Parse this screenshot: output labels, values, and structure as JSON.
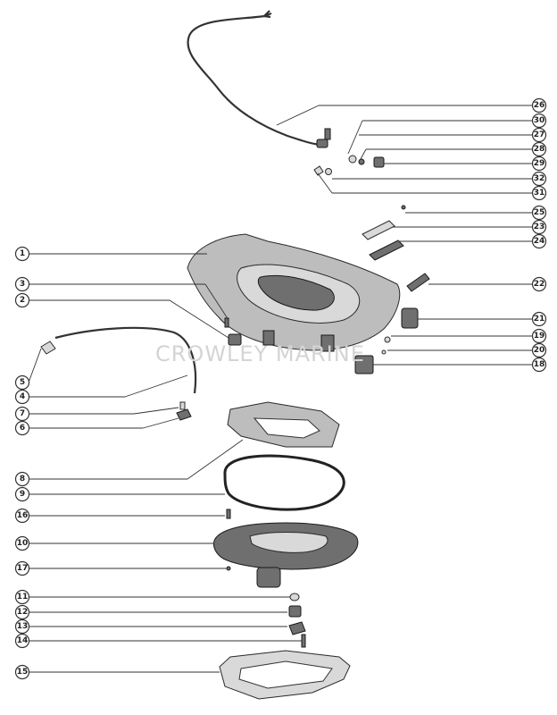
{
  "watermark": "CROWLEY MARINE",
  "callouts": {
    "c1": "1",
    "c2": "2",
    "c3": "3",
    "c4": "4",
    "c5": "5",
    "c6": "6",
    "c7": "7",
    "c8": "8",
    "c9": "9",
    "c10": "10",
    "c11": "11",
    "c12": "12",
    "c13": "13",
    "c14": "14",
    "c15": "15",
    "c16": "16",
    "c17": "17",
    "c18": "18",
    "c19": "19",
    "c20": "20",
    "c21": "21",
    "c22": "22",
    "c23": "23",
    "c24": "24",
    "c25": "25",
    "c26": "26",
    "c27": "27",
    "c28": "28",
    "c29": "29",
    "c30": "30",
    "c31": "31",
    "c32": "32"
  }
}
